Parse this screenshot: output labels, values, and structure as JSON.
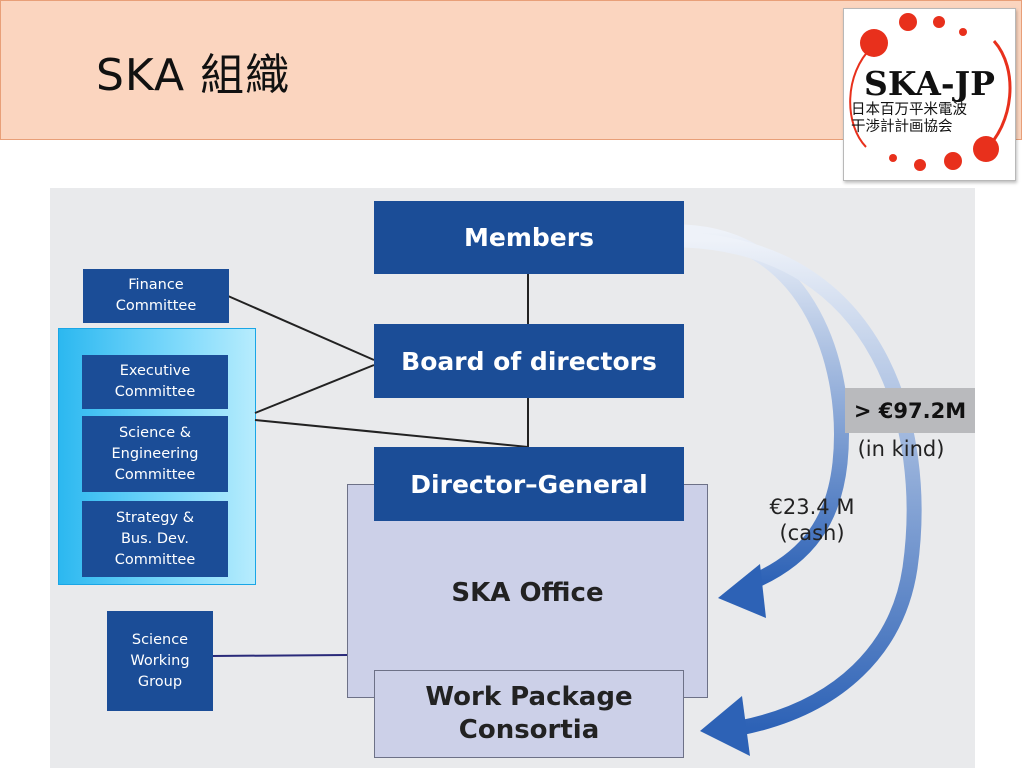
{
  "slide": {
    "title": "SKA 組織"
  },
  "logo": {
    "main": "SKA-JP",
    "line1": "日本百万平米電波",
    "line2": "干渉計計画協会"
  },
  "diagram": {
    "members": "Members",
    "board": "Board of directors",
    "director": "Director–General",
    "office": "SKA Office",
    "wp_line1": "Work Package",
    "wp_line2": "Consortia",
    "finance_line1": "Finance",
    "finance_line2": "Committee",
    "exec_line1": "Executive",
    "exec_line2": "Committee",
    "sci_eng_line1": "Science &",
    "sci_eng_line2": "Engineering",
    "sci_eng_line3": "Committee",
    "strategy_line1": "Strategy &",
    "strategy_line2": "Bus. Dev.",
    "strategy_line3": "Committee",
    "swg_line1": "Science",
    "swg_line2": "Working",
    "swg_line3": "Group",
    "cash_amount": "€23.4 M",
    "cash_label": "(cash)",
    "inkind_amount": "> €97.2M",
    "inkind_label": "(in kind)"
  },
  "colors": {
    "title_bg": "#fbd5bf",
    "box_blue": "#1b4d97",
    "office_bg": "#ccd0e8",
    "committee_panel": "#2cb8f0",
    "arrow_blue": "#2d62b6",
    "logo_red": "#e8301c"
  }
}
